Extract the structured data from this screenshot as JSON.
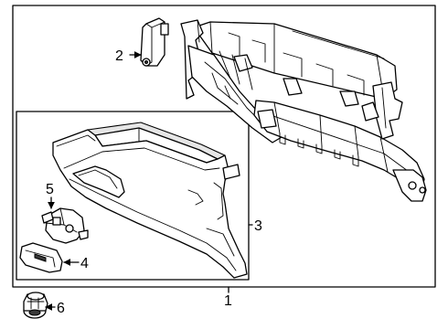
{
  "diagram": {
    "callouts": {
      "c1": "1",
      "c2": "2",
      "c3": "3",
      "c4": "4",
      "c5": "5",
      "c6": "6"
    }
  }
}
